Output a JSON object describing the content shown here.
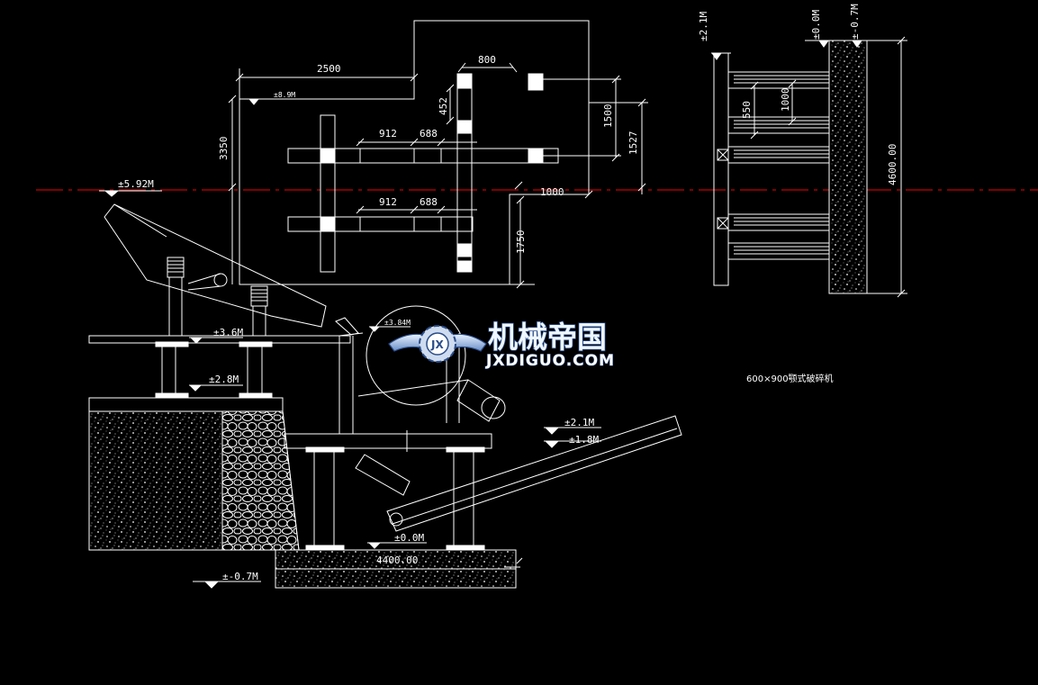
{
  "drawing": {
    "title": "600×900颚式破碎机",
    "colors": {
      "background": "#000000",
      "line": "#ffffff",
      "centerline": "#c80000",
      "watermark_outline": "#2a4d8a"
    }
  },
  "plan_view": {
    "dims": {
      "width_2500": "2500",
      "spacing_800": "800",
      "height_3350": "3350",
      "d_912_top": "912",
      "d_688_top": "688",
      "d_912_bottom": "912",
      "d_688_bottom": "688",
      "d_452": "452",
      "d_1500": "1500",
      "d_1527": "1527",
      "d_1000": "1000",
      "d_1750": "1750"
    },
    "level": "±8.9M"
  },
  "elevation": {
    "levels": {
      "l592": "±5.92M",
      "l36": "±3.6M",
      "l384": "±3.84M",
      "l28": "±2.8M",
      "l21": "±2.1M",
      "l18": "±1.8M",
      "l00": "±0.0M",
      "lm07": "±-0.7M"
    },
    "dim_4400": "4400.00"
  },
  "side_view": {
    "levels": {
      "l21": "±2.1M",
      "l00": "±0.0M",
      "lm07": "±-0.7M"
    },
    "dims": {
      "d550": "550",
      "d1000": "1000",
      "d4600": "4600.00"
    }
  },
  "watermark": {
    "cn": "机械帝国",
    "en": "JXDIGUO.COM",
    "emblem": "gear-wings-emblem-icon"
  }
}
